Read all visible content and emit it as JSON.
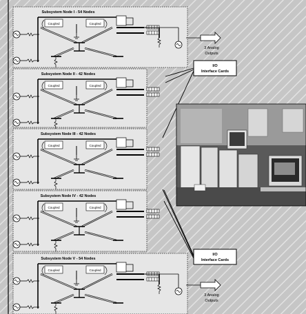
{
  "nodes": [
    {
      "title": "Subsystem Node I - 54 Nodes",
      "coupled_left": "Coupled",
      "coupled_right": "Coupled"
    },
    {
      "title": "Subsystem Node II - 42 Nodes",
      "coupled_left": "Coupled",
      "coupled_right": "Coupled"
    },
    {
      "title": "Subsystem Node III - 42 Nodes",
      "coupled_left": "Coupled",
      "coupled_right": "Coupled"
    },
    {
      "title": "Subsystem Node IV - 42 Nodes",
      "coupled_left": "Coupled",
      "coupled_right": "Coupled"
    },
    {
      "title": "Subsystem Node V - 54 Nodes",
      "coupled_left": "Coupled",
      "coupled_right": "Coupled"
    }
  ],
  "io_cards": [
    {
      "line1": "I/O",
      "line2": "Interface Cards"
    },
    {
      "line1": "I/O",
      "line2": "Interface Cards"
    }
  ],
  "analog_outputs": [
    {
      "line1": "3 Analog",
      "line2": "Outputs"
    },
    {
      "line1": "3 Analog",
      "line2": "Outputs"
    }
  ],
  "photo": {
    "alt": "lab photo with computers"
  }
}
